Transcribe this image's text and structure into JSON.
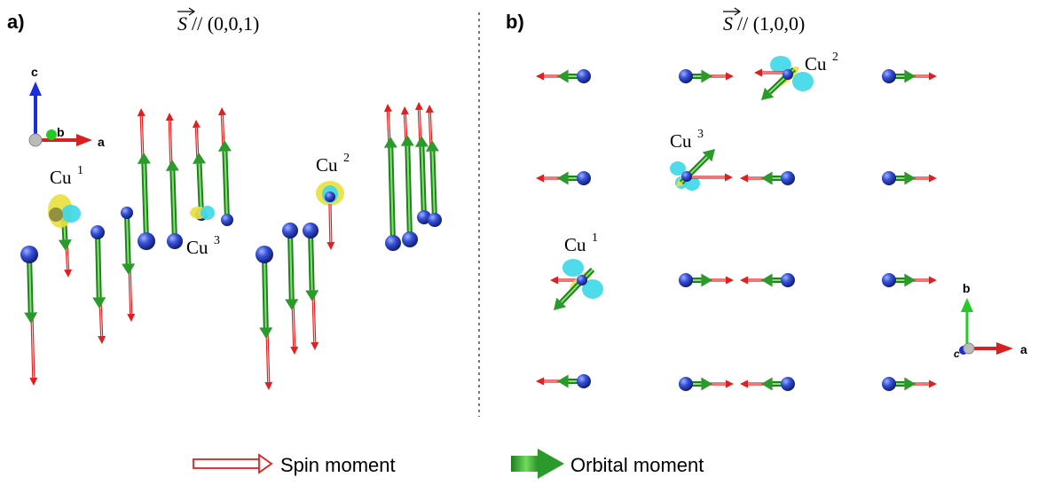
{
  "panel_a": {
    "label": "a)",
    "title_vector": "S",
    "title_rest": "// (0,0,1)",
    "axes": {
      "x": "a",
      "y": "c",
      "z": "b"
    },
    "site_labels": [
      {
        "base": "Cu",
        "sup": "1"
      },
      {
        "base": "Cu",
        "sup": "2"
      },
      {
        "base": "Cu",
        "sup": "3"
      }
    ]
  },
  "panel_b": {
    "label": "b)",
    "title_vector": "S",
    "title_rest": "// (1,0,0)",
    "axes": {
      "x": "a",
      "y": "b",
      "z": "c"
    },
    "site_labels": [
      {
        "base": "Cu",
        "sup": "2"
      },
      {
        "base": "Cu",
        "sup": "3"
      },
      {
        "base": "Cu",
        "sup": "1"
      }
    ]
  },
  "legend": {
    "spin_label": "Spin moment",
    "orbital_label": "Orbital moment"
  },
  "colors": {
    "spin": "#e02020",
    "orbital": "#2a9a2a",
    "atom": "#2b44c9",
    "orbital_cyan": "#3fd8e8",
    "orbital_yellow": "#e8e040",
    "divider": "#777777"
  }
}
